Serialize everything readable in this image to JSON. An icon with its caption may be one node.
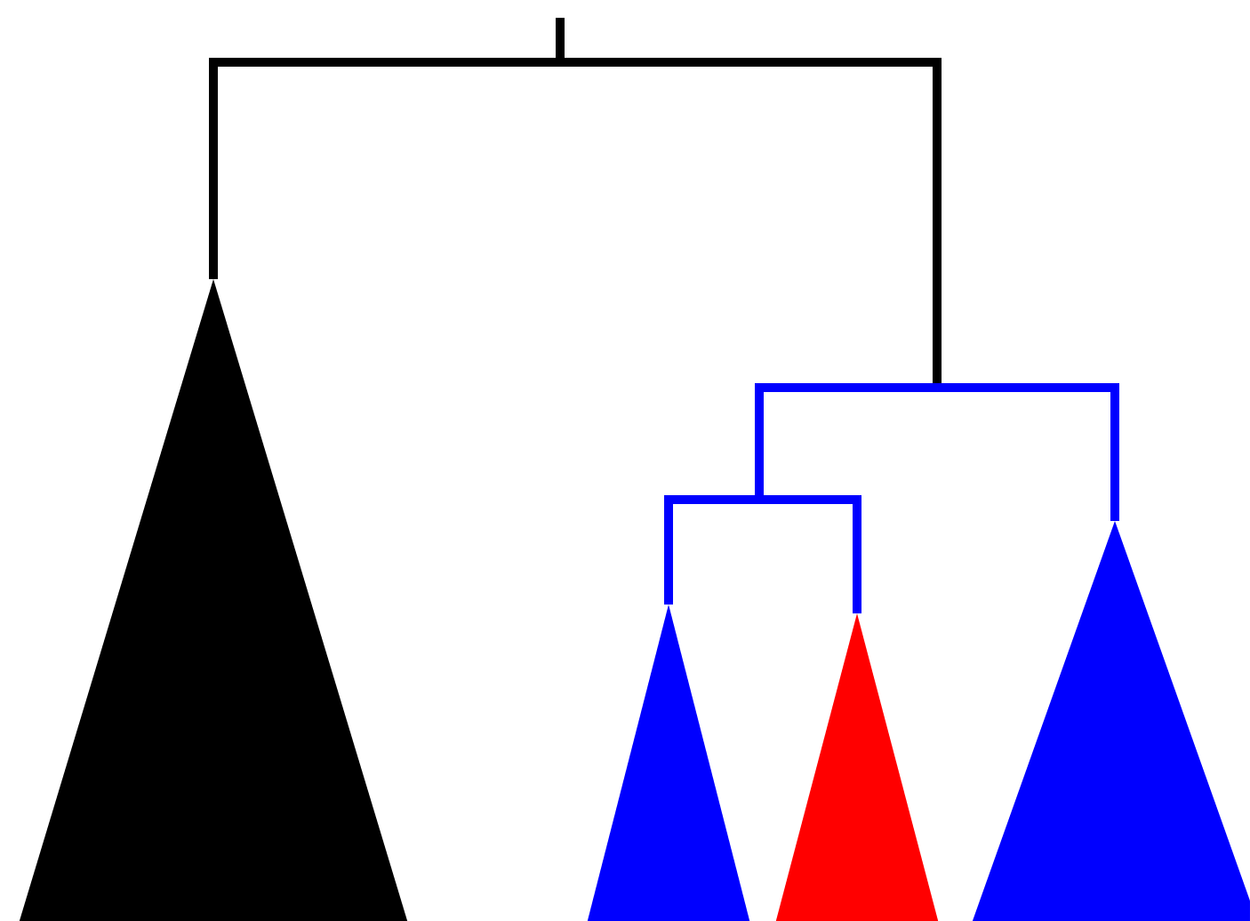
{
  "diagram": {
    "nodes": [
      {
        "text": [],
        "shape": "triangle"
      },
      {
        "text": [],
        "shape": "triangle"
      },
      {
        "text": [],
        "shape": "triangle"
      },
      {
        "text": [],
        "shape": "triangle"
      }
    ],
    "edges": [
      {
        "from": null,
        "to": 0,
        "arrow": "none",
        "color": "#000000"
      },
      {
        "from": null,
        "to": 1,
        "arrow": "none"
      },
      {
        "from": null,
        "to": 2,
        "arrow": "none"
      },
      {
        "from": null,
        "to": 3,
        "arrow": "none"
      }
    ]
  }
}
